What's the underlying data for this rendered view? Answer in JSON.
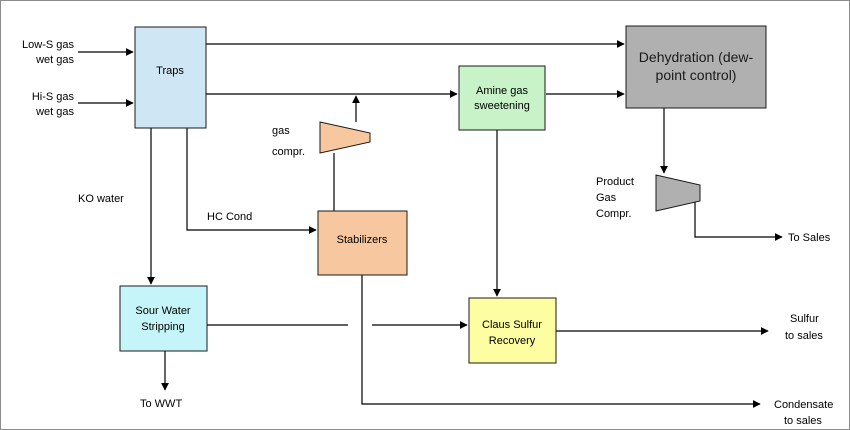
{
  "colors": {
    "traps": "#cfe6f5",
    "amine": "#c8f2c8",
    "dehydration": "#b0b0b0",
    "stabilizers": "#f7c8a0",
    "sour_water": "#c5f5f8",
    "claus": "#fdfda2",
    "gas_compressor": "#f7c8a0",
    "product_compressor": "#b0b0b0"
  },
  "nodes": {
    "traps": "Traps",
    "amine": [
      "Amine gas",
      "sweetening"
    ],
    "dehydration": [
      "Dehydration (dew-",
      "point control)"
    ],
    "stabilizers": "Stabilizers",
    "sour_water": [
      "Sour Water",
      "Stripping"
    ],
    "claus": [
      "Claus Sulfur",
      "Recovery"
    ]
  },
  "labels": {
    "low_s": [
      "Low-S gas",
      "wet gas"
    ],
    "hi_s": [
      "Hi-S gas",
      "wet gas"
    ],
    "gas_compr": [
      "gas",
      "compr."
    ],
    "ko_water": "KO water",
    "hc_cond": "HC Cond",
    "product_gas": [
      "Product",
      "Gas",
      "Compr."
    ],
    "to_sales": "To Sales",
    "sulfur": [
      "Sulfur",
      "to sales"
    ],
    "condensate": [
      "Condensate",
      "to sales"
    ],
    "to_wwt": "To WWT"
  }
}
